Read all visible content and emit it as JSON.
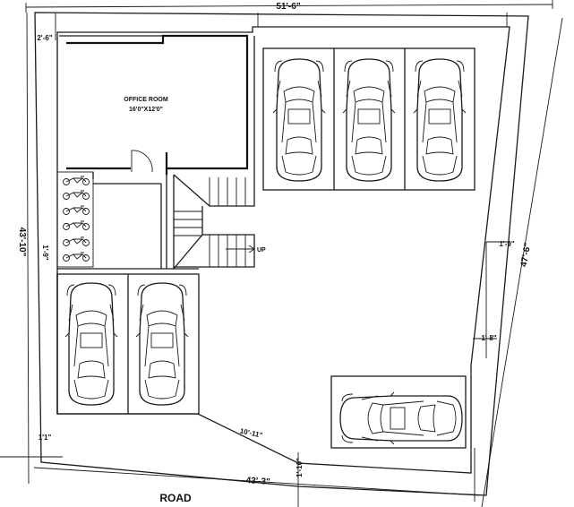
{
  "rooms": {
    "office_label": "OFFICE ROOM",
    "office_size": "16'0\"X12'0\""
  },
  "stair": {
    "up_label": "UP"
  },
  "road_label": "ROAD",
  "dimensions": {
    "top_width": "51'-6\"",
    "left_depth": "43'-10\"",
    "right_depth": "47'-6\"",
    "bottom_width": "43'-3\"",
    "diag_wall": "10'-11\"",
    "offset_top_left": "2'-6\"",
    "offset_left": "1'-9\"",
    "offset_bottom_left": "1'1\"",
    "offset_right_mid": "1'-9\"",
    "offset_right_low": "1'-8\"",
    "setback_bottom": "1'-10\""
  },
  "parking": {
    "cars": 6,
    "bikes": 6
  }
}
